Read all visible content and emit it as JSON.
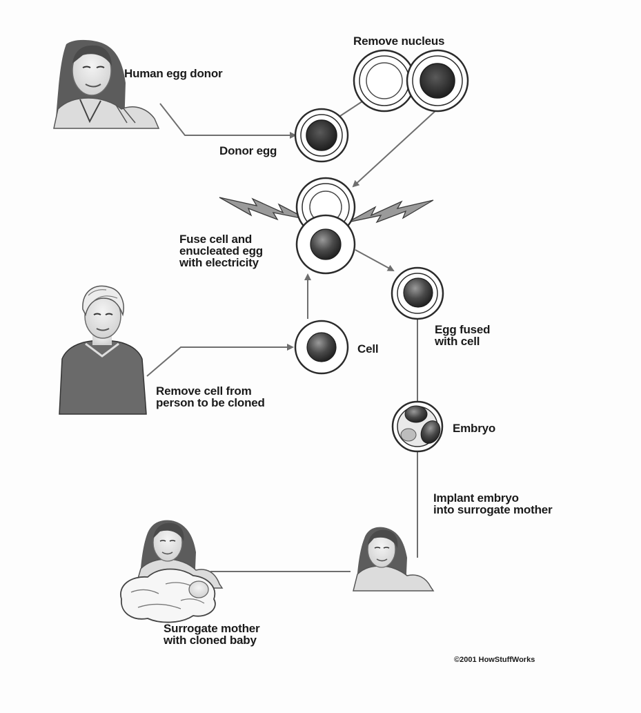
{
  "labels": {
    "egg_donor": "Human egg donor",
    "remove_nucleus": "Remove nucleus",
    "donor_egg": "Donor egg",
    "fuse_line1": "Fuse cell and",
    "fuse_line2": "enucleated egg",
    "fuse_line3": "with electricity",
    "cell": "Cell",
    "remove_cell_line1": "Remove cell from",
    "remove_cell_line2": "person to be cloned",
    "egg_fused_line1": "Egg fused",
    "egg_fused_line2": "with cell",
    "embryo": "Embryo",
    "implant_line1": "Implant embryo",
    "implant_line2": "into surrogate mother",
    "surrogate_line1": "Surrogate mother",
    "surrogate_line2": "with cloned baby",
    "credit": "©2001 HowStuffWorks"
  },
  "colors": {
    "line": "#6e6e6e",
    "cell_fill": "#ffffff",
    "cell_stroke": "#2b2b2b",
    "nucleus_dark": "#3c3c3c",
    "nucleus_mid": "#777777",
    "spark": "#8a8a8a"
  },
  "icons": [
    "egg-donor-woman-icon",
    "person-to-be-cloned-icon",
    "surrogate-mother-icon",
    "surrogate-mother-with-baby-icon",
    "electric-spark-icon"
  ]
}
